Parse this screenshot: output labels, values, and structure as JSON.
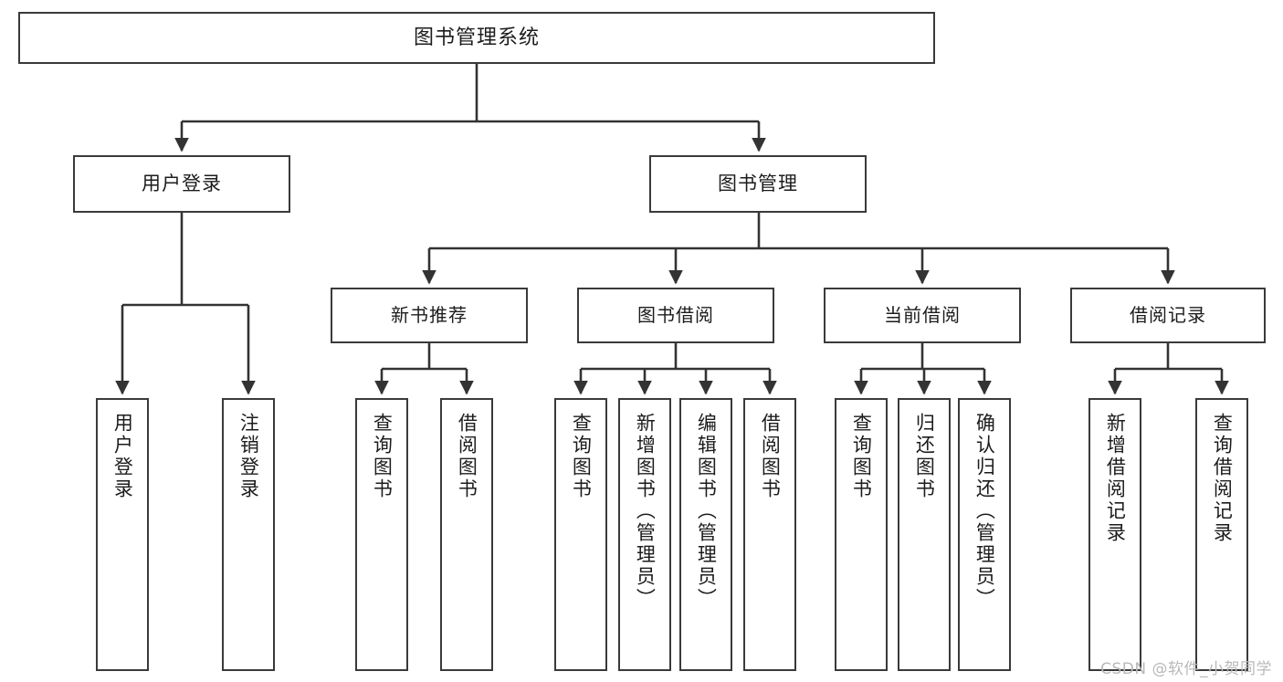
{
  "diagram": {
    "title": "图书管理系统",
    "type": "tree",
    "watermark": "CSDN @软件_小贺同学",
    "colors": {
      "box_border": "#3a3a3a",
      "box_fill": "#ffffff",
      "edge": "#333333",
      "text": "#1c1c1c",
      "watermark": "#b9b9b9",
      "background": "#ffffff"
    },
    "root": {
      "label": "图书管理系统"
    },
    "level1": [
      {
        "label": "用户登录"
      },
      {
        "label": "图书管理"
      }
    ],
    "level2": [
      {
        "label": "新书推荐"
      },
      {
        "label": "图书借阅"
      },
      {
        "label": "当前借阅"
      },
      {
        "label": "借阅记录"
      }
    ],
    "leaves": {
      "user_login": [
        {
          "label": "用户登录"
        },
        {
          "label": "注销登录"
        }
      ],
      "new_book_recommend": [
        {
          "label": "查询图书"
        },
        {
          "label": "借阅图书"
        }
      ],
      "book_borrow": [
        {
          "label": "查询图书"
        },
        {
          "label": "新增图书（管理员）"
        },
        {
          "label": "编辑图书（管理员）"
        },
        {
          "label": "借阅图书"
        }
      ],
      "current_borrow": [
        {
          "label": "查询图书"
        },
        {
          "label": "归还图书"
        },
        {
          "label": "确认归还（管理员）"
        }
      ],
      "borrow_record": [
        {
          "label": "新增借阅记录"
        },
        {
          "label": "查询借阅记录"
        }
      ]
    }
  }
}
